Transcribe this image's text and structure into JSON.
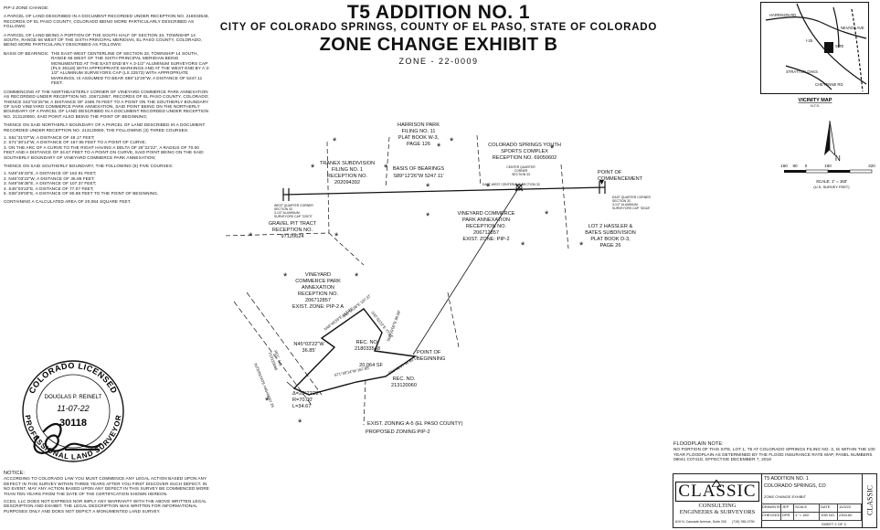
{
  "header": {
    "title": "T5 ADDITION NO. 1",
    "subtitle": "CITY OF COLORADO SPRINGS, COUNTY OF EL PASO, STATE OF COLORADO",
    "exhibit": "ZONE CHANGE EXHIBIT B",
    "zone": "ZONE - 22-0009"
  },
  "left_text": {
    "heading": "PIP-2 ZONE CHANGE:",
    "para1": "A PARCEL OF LAND DESCRIBED IN A DOCUMENT RECORDED UNDER RECEPTION NO. 218033548, RECORDS OF EL PASO COUNTY, COLORADO BEING MORE PARTICULARLY DESCRIBED AS FOLLOWS:",
    "para2": "A PARCEL OF LAND BEING A PORTION OF THE SOUTH HALF OF SECTION 33, TOWNSHIP 14 SOUTH, RANGE 66 WEST OF THE SIXTH PRINCIPAL MERIDIAN, EL PASO COUNTY, COLORADO, BEING MORE PARTICULARLY DESCRIBED AS FOLLOWS:",
    "basis_label": "BASIS OF BEARINGS:",
    "basis_text": "THE EAST-WEST CENTERLINE OF SECTION 33, TOWNSHIP 14 SOUTH, RANGE 66 WEST OF THE SIXTH PRINCIPAL MERIDIAN BEING MONUMENTED AT THE EAST END BY A 3-1/2\" ALUMINUM SURVEYORS CAP (PLS 30118) WITH APPROPRIATE MARKINGS AND AT THE WEST END BY A 3-1/2\" ALUMINUM SURVEYORS CAP (LS 22573) WITH APPROPRIATE MARKINGS, IS ASSUMED TO BEAR S89°12'26\"W, A DISTANCE OF 5247.11 FEET.",
    "para3": "COMMENCING AT THE NORTHEASTERLY CORNER OF VINEYARD COMMERCE PARK ANNEXATION AS RECORDED UNDER RECEPTION NO. 206712857, RECORDS OF EL PASO COUNTY, COLORADO;",
    "para4": "THENCE S42°04'25\"W, A DISTANCE OF 2489.79 FEET TO A POINT ON THE SOUTHERLY BOUNDARY OF SAID VINEYARD COMMERCE PARK ANNEXATION, SAID POINT BEING ON THE NORTHERLY BOUNDARY OF A PARCEL OF LAND DESCRIBED IN A DOCUMENT RECORDED UNDER RECEPTION NO. 213120060, SAID POINT ALSO BEING THE POINT OF BEGINNING;",
    "para5": "THENCE ON SAID NORTHERLY BOUNDARY OF A PARCEL OF LAND DESCRIBED IN A DOCUMENT RECORDED UNDER RECEPTION NO. 213120060, THE FOLLOWING (3) THREE COURSES:",
    "courses1": [
      "1.   S61°31'07\"W, A DISTANCE OF 49.17 FEET;",
      "2.   S71°30'14\"W, A DISTANCE OF 167.85 FEET TO A POINT OF CURVE;",
      "3.   ON THE ARC OF A CURVE TO THE RIGHT HAVING A DELTA OF 28°22'22\", A RADIUS OF 70.00 FEET AND A DISTANCE OF 34.67 FEET TO A POINT ON CURVE, SAID POINT BEING ON THE SAID SOUTHERLY BOUNDARY OF VINEYARD COMMERCE PARK ANNEXATION;"
    ],
    "para6": "THENCE ON SAID SOUTHERLY BOUNDARY, THE FOLLOWING (5) FIVE COURSES:",
    "courses2": [
      "1.   N49°46'33\"E, A DISTANCE OF 162.91 FEET;",
      "2.   N45°03'22\"W, A DISTANCE OF 36.85 FEET;",
      "3.   N49°56'38\"E, A DISTANCE OF 107.37 FEET;",
      "4.   S45°03'22\"E, A DISTANCE OF 77.07 FEET;",
      "5.   S08°29'00\"E, A DISTANCE OF 90.98 FEET TO THE POINT OF BEGINNING."
    ],
    "area": "CONTAINING A CALCULATED AREA OF 20,064 SQUARE FEET."
  },
  "notice": {
    "heading": "NOTICE:",
    "text": "ACCORDING TO COLORADO LAW YOU MUST COMMENCE ANY LEGAL ACTION BASED UPON ANY DEFECT IN THIS SURVEY WITHIN THREE YEARS AFTER YOU FIRST DISCOVER SUCH DEFECT. IN NO EVENT, MAY ANY ACTION BASED UPON ANY DEFECT IN THIS SURVEY BE COMMENCED MORE THAN TEN YEARS FROM THE DATE OF THE CERTIFICATION SHOWN HEREON.",
    "text2": "CCES, LLC DOES NOT EXPRESS NOR IMPLY ANY WARRANTY WITH THE ABOVE WRITTEN LEGAL DESCRIPTION AND EXHIBIT. THE LEGAL DESCRIPTION WAS WRITTEN FOR INFORMATIONAL PURPOSES ONLY AND DOES NOT DEPICT A MONUMENTED LAND SURVEY."
  },
  "seal": {
    "top": "COLORADO LICENSED",
    "name": "DOUGLAS P. REINELT",
    "date": "11-07-22",
    "number": "30118",
    "bottom": "PROFESSIONAL LAND SURVEYOR"
  },
  "drawing": {
    "tranex": [
      "TRANEX SUBDIVISION",
      "FILING NO. 1",
      "RECEPTION NO.",
      "202094392"
    ],
    "harrison": [
      "HARRISON PARK",
      "FILING NO. 11",
      "PLAT BOOK W-3,",
      "PAGE 126"
    ],
    "basis": [
      "BASIS OF BEARINGS",
      "S89°12'26\"W    5247.11'"
    ],
    "youth": [
      "COLORADO SPRINGS YOUTH",
      "SPORTS COMPLEX",
      "RECEPTION NO. 69050602"
    ],
    "center_corner": [
      "CENTER QUARTER",
      "CORNER",
      "SECTION 33"
    ],
    "ew_line": "EAST-WEST CENTERLINE SECTION 33",
    "point_of_commencement": [
      "POINT OF",
      "COMMENCEMENT"
    ],
    "west_corner": [
      "WEST QUARTER CORNER",
      "SECTION 33",
      "3-1/2\" ALUMINUM",
      "SURVEYORS CAP \"22573\""
    ],
    "east_corner": [
      "EAST QUARTER CORNER",
      "SECTION 33",
      "3-1/2\" ALUMINUM",
      "SURVEYORS CAP \"30118\""
    ],
    "vineyard": [
      "VINEYARD COMMERCE",
      "PARK ANNEXATION",
      "RECEPTION NO.",
      "206712857",
      "EXIST. ZONE: PIP-2"
    ],
    "gravel": [
      "GRAVEL PIT TRACT",
      "RECEPTION NO.",
      "97120624"
    ],
    "lot2": [
      "LOT 2 HASSLER &",
      "BATES SUBDIVISION",
      "PLAT BOOK D-3,",
      "PAGE 26"
    ],
    "vineyard2": [
      "VINEYARD",
      "COMMERCE PARK",
      "ANNEXATION",
      "RECEPTION NO.",
      "206712857",
      "EXIST. ZONE: PIP-2 A"
    ],
    "n45": [
      "N45°03'22\"W",
      "36.85'"
    ],
    "rec_main": [
      "REC. NO.",
      "218033548"
    ],
    "area_sf": "20,064 SF",
    "pob": [
      "POINT OF",
      "BEGINNING"
    ],
    "rec_lower": [
      "REC. NO.",
      "213120060"
    ],
    "curve": [
      "Δ=28°22'22\"",
      "R=70.00'",
      "L=34.67'"
    ],
    "seg_a": "N49°46'33\"E 162.91'",
    "seg_b": "N49°56'38\"E 107.37'",
    "seg_c": "S45°03'22\"E 77.07'",
    "seg_d": "S08°29'00\"E 90.98'",
    "seg_e": "S71°30'14\"W 167.85'",
    "seg_f": "S61°31'07\"W 49.17'",
    "rec_side": [
      "REC. NO.",
      "213120060"
    ],
    "highway": "INTERSTATE HIGHWAY 25",
    "exist_zoning": "EXIST. ZONING:A-5 (EL PASO COUNTY)",
    "proposed_zoning": "PROPOSED ZONING:PIP-2"
  },
  "vicinity": {
    "labels": [
      "HARRISON RD",
      "SITE",
      "STRATTON OAKS",
      "I-25",
      "NEVADA AVE",
      "CHEYENNE RD"
    ],
    "caption": "VICINITY MAP",
    "nts": "N.T.S."
  },
  "scale": {
    "ticks": [
      "160",
      "80",
      "0",
      "160",
      "320"
    ],
    "north": "N",
    "text1": "SCALE: 1\" = 160'",
    "text2": "(U.S. SURVEY FEET)"
  },
  "floodplain": {
    "heading": "FLOODPLAIN NOTE:",
    "text": "NO PORTION OF THIS SITE, LOT 1, T5 AT COLORADO SPRINGS FILING NO. 3, IS WITHIN THE 100 YEAR FLOODPLAIN AS DETERMINED BY THE FLOOD INSURANCE RATE MAP, PANEL NUMBERS 08041 C0741G, EFFECTIVE DECEMBER 7, 2018"
  },
  "titleblock": {
    "logo": "CLASSIC",
    "logo_sub1": "CONSULTING",
    "logo_sub2": "ENGINEERS & SURVEYORS",
    "address": "619 N. Cascade Avenue, Suite 200",
    "phone": "(719) 785-0790",
    "project": "T5 ADDITION NO. 1",
    "location": "COLORADO SPRINGS, CO",
    "sheet_title": "ZONE CHANGE EXHIBIT",
    "row1": [
      "DRAWN BY",
      "JEP",
      "SCALE",
      "DATE",
      "11/3/22"
    ],
    "row2": [
      "CHECKED BY",
      "DPR",
      "1\" = 160'",
      "JOB NO.",
      "2304.60"
    ],
    "sheet": [
      "SHEET",
      "2",
      "OF",
      "3"
    ],
    "side": "CLASSIC"
  }
}
